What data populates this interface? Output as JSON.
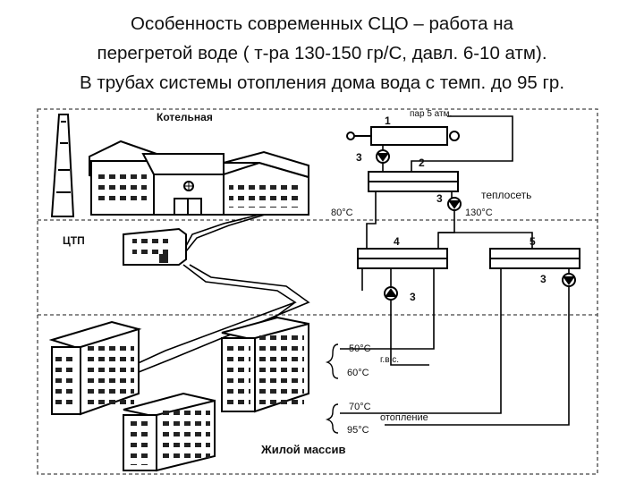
{
  "title": {
    "line1": "Особенность современных СЦО – работа на",
    "line2": "перегретой  воде ( т-ра 130-150 гр/С, давл. 6-10 атм).",
    "line3": "В трубах системы отопления дома вода с темп. до 95 гр."
  },
  "zones": {
    "boiler": "Котельная",
    "ctp": "ЦТП",
    "residential": "Жилой массив"
  },
  "labels": {
    "steam": "пар 5 атм.",
    "n1": "1",
    "n2": "2",
    "n3a": "3",
    "n3b": "3",
    "n3c": "3",
    "n3d": "3",
    "n4": "4",
    "n5": "5",
    "heat_network": "теплосеть",
    "t80": "80°C",
    "t130": "130°C",
    "t50": "50°C",
    "hot_water": "г.в.с.",
    "t60": "60°C",
    "t70": "70°C",
    "heating": "отопление",
    "t95": "95°C"
  }
}
